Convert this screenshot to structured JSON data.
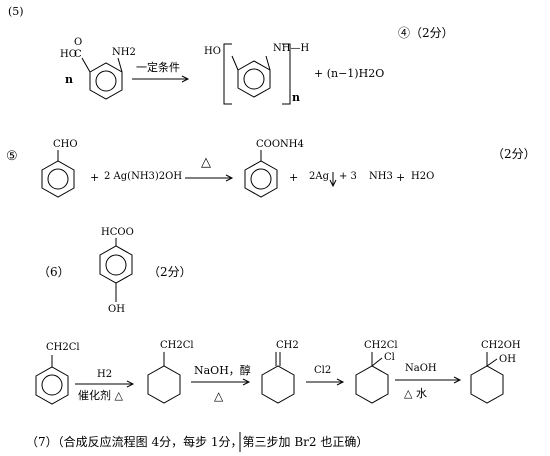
{
  "section5": {
    "label": "(5)",
    "n_left": "n",
    "acid_label": "HO",
    "acid_c": "C",
    "acid_o": "O",
    "amine_label": "NH2",
    "condition": "一定条件",
    "poly_ho": "HO",
    "poly_nh": "NH",
    "poly_h": "H",
    "poly_n": "n",
    "byproduct": "+ (n−1)H2O",
    "score": "④（2分）"
  },
  "reaction4": {
    "marker": "⑤",
    "cho": "CHO",
    "plus1": "+",
    "reagent": "2 Ag(NH3)2OH",
    "heat": "△",
    "product": "COONH4",
    "plus2": "+",
    "ag": "2Ag",
    "plus3": "+ 3",
    "nh3": "NH3",
    "plus4": "+",
    "water": "H2O",
    "score": "（2分）"
  },
  "section6": {
    "label": "（6）",
    "group_top": "HCOO",
    "group_bottom": "OH",
    "score": "（2分）"
  },
  "section7": {
    "start": "CH2Cl",
    "step1_top": "H2",
    "step1_bottom": "催化剂 △",
    "int1": "CH2Cl",
    "step2_top": "NaOH，醇",
    "step2_bottom": "△",
    "int2": "CH2",
    "step3_top": "Cl2",
    "int3_a": "CH2Cl",
    "int3_b": "Cl",
    "step4_top": "NaOH",
    "step4_bottom": "△  水",
    "prod_a": "CH2OH",
    "prod_b": "OH",
    "note": "（7）（合成反应流程图 4分，每步 1分，第三步加 Br2 也正确）"
  }
}
